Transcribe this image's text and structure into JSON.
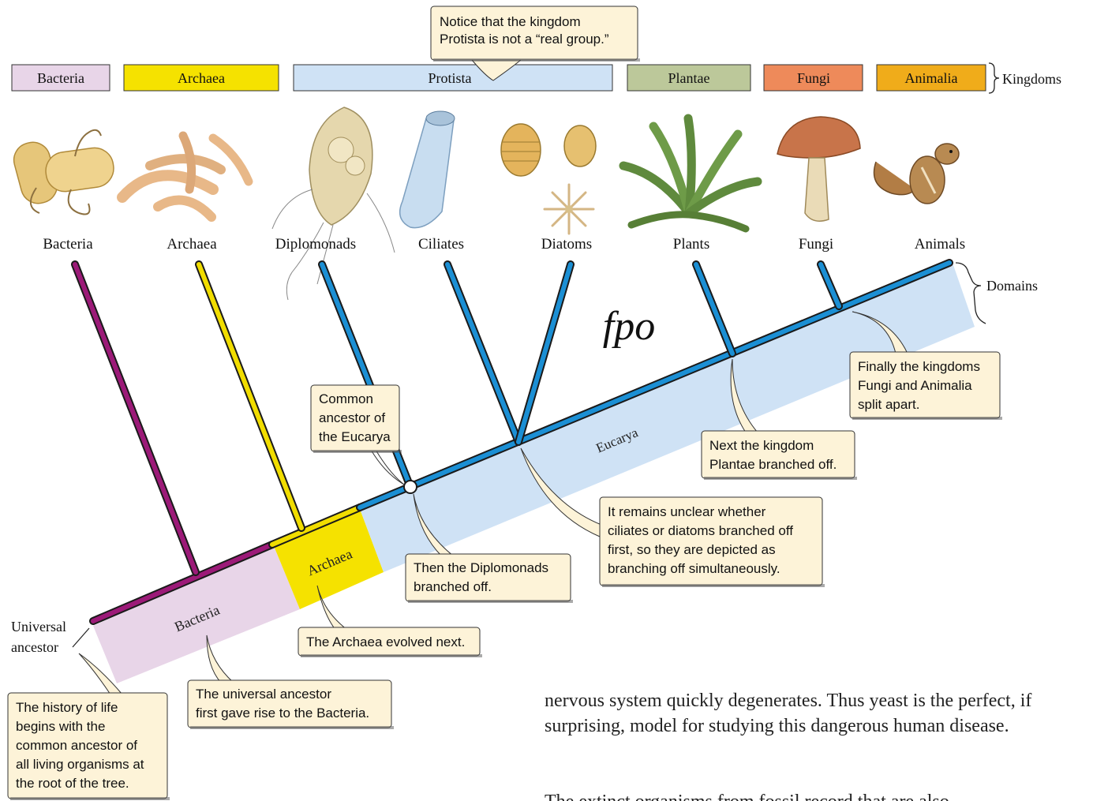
{
  "kingdoms": {
    "label": "Kingdoms",
    "items": [
      {
        "name": "Bacteria",
        "color": "#e8d5e8"
      },
      {
        "name": "Archaea",
        "color": "#f5e200"
      },
      {
        "name": "Protista",
        "color": "#cfe2f5"
      },
      {
        "name": "Plantae",
        "color": "#bcc89a"
      },
      {
        "name": "Fungi",
        "color": "#ee8a5a"
      },
      {
        "name": "Animalia",
        "color": "#f0ac1a"
      }
    ]
  },
  "domains": {
    "label": "Domains",
    "bands": [
      "Bacteria",
      "Archaea",
      "Eucarya"
    ]
  },
  "organisms": [
    "Bacteria",
    "Archaea",
    "Diplomonads",
    "Ciliates",
    "Diatoms",
    "Plants",
    "Fungi",
    "Animals"
  ],
  "placeholder": "fpo",
  "root_label": "Universal ancestor",
  "callouts": {
    "protista": [
      "Notice that the kingdom",
      "Protista is not a “real group.”"
    ],
    "eucarya_ancestor": [
      "Common",
      "ancestor of",
      "the Eucarya"
    ],
    "fungi_animalia": [
      "Finally the kingdoms",
      "Fungi and Animalia",
      "split apart."
    ],
    "plantae": [
      "Next the kingdom",
      "Plantae branched off."
    ],
    "ciliates": [
      "It remains unclear whether",
      "ciliates or diatoms branched off",
      "first, so they are depicted as",
      "branching off simultaneously."
    ],
    "diplomonads": [
      "Then the Diplomonads",
      "branched off."
    ],
    "archaea": [
      "The Archaea evolved next."
    ],
    "bacteria": [
      "The universal ancestor",
      "first gave rise to the Bacteria."
    ],
    "history": [
      "The history of life",
      "begins with the",
      "common ancestor of",
      "all living organisms at",
      "the root of the tree."
    ]
  },
  "colors": {
    "bacteria_line": "#9c1a78",
    "archaea_line": "#f1dd00",
    "eucarya_line": "#1b8fd4",
    "callout_fill": "#fdf3d8"
  },
  "body_text": "nervous system quickly degenerates. Thus yeast is the perfect, if surprising, model for studying this dangerous human disease.",
  "body_text_cut": "The extinct organisms from fossil record that are also"
}
